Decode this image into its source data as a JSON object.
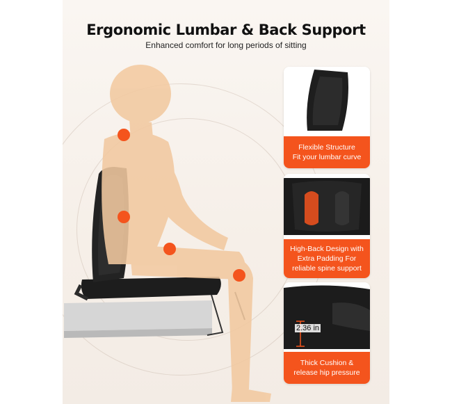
{
  "header": {
    "title": "Ergonomic Lumbar & Back Support",
    "subtitle": "Enhanced comfort for long periods of sitting"
  },
  "features": [
    {
      "line1": "Flexible Structure",
      "line2": "Fit your lumbar curve",
      "line3": ""
    },
    {
      "line1": "High-Back Design with",
      "line2": "Extra Padding For",
      "line3": "reliable spine support"
    },
    {
      "line1": "Thick Cushion &",
      "line2": "release hip pressure",
      "line3": ""
    }
  ],
  "measurement": {
    "thickness": "2.36 in"
  },
  "colors": {
    "accent": "#f4541d",
    "body": "#f2c9a0",
    "seat": "#1d1d1d"
  }
}
